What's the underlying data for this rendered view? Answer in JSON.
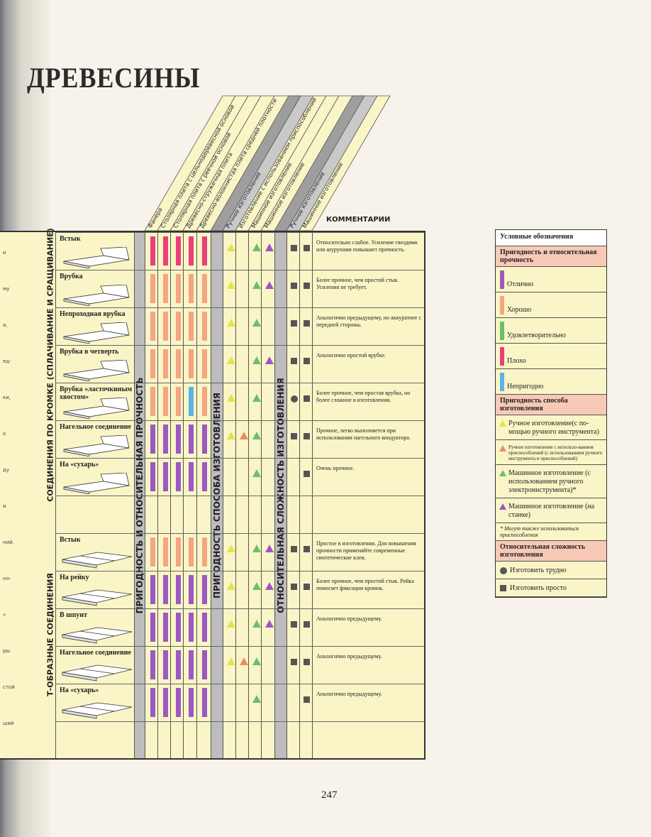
{
  "title": "ДРЕВЕСИНЫ",
  "page_number": "247",
  "column_headers": [
    "Фанера",
    "Столярная плита с цельнодеревесной основой",
    "Столярная плита с реечной основой",
    "Древесно-стружечная плита",
    "Древесно-волокнистая плита средней плотности",
    "Ручное изготовление",
    "Изготовление с использованием приспособлений",
    "Машинное изготовление",
    "Машинное изготовление",
    "Ручное изготовление",
    "Машинное изготовление"
  ],
  "comments_header": "КОММЕНТАРИИ",
  "band_labels": {
    "strength": "ПРИГОДНОСТЬ И ОТНОСИТЕЛЬНАЯ ПРОЧНОСТЬ",
    "method": "ПРИГОДНОСТЬ СПОСОБА ИЗГОТОВЛЕНИЯ",
    "complexity": "ОТНОСИТЕЛЬНАЯ СЛОЖНОСТЬ ИЗГОТОВЛЕНИЯ"
  },
  "group_labels": {
    "edge": "СОЕДИНЕНИЯ ПО КРОМКЕ (СПЛАЧИВАНИЕ И СРАЩИВАНИЕ)",
    "t": "Т-ОБРАЗНЫЕ СОЕДИНЕНИЯ"
  },
  "left_fragments": [
    "и",
    "му",
    "и,",
    "ед-",
    "ки,",
    "о",
    "ду",
    "и",
    "ний.",
    "но-",
    "»",
    "ры",
    "стой",
    "ший"
  ],
  "colors": {
    "excellent": "#9b59c2",
    "good": "#f5a582",
    "satisfactory": "#6cbf6a",
    "poor": "#ea3f7a",
    "unsuitable": "#5bb3e6",
    "tri_hand": "#e6e24a",
    "tri_fixture": "#f08a64",
    "tri_power": "#6cbf6a",
    "tri_machine": "#9b59c2",
    "difficulty": "#555555"
  },
  "rows": [
    {
      "name": "Встык",
      "bars": [
        "poor",
        "poor",
        "poor",
        "poor",
        "poor"
      ],
      "tris": [
        "hand",
        "",
        "power",
        "machine"
      ],
      "diff": [
        "easy",
        "easy"
      ],
      "comment": "Относительно слабое. Усиление гвоздями или шурупами повышает прочность."
    },
    {
      "name": "Врубка",
      "bars": [
        "good",
        "good",
        "good",
        "good",
        "good"
      ],
      "tris": [
        "hand",
        "",
        "power",
        "machine"
      ],
      "diff": [
        "easy",
        "easy"
      ],
      "comment": "Более прочное, чем простой стык. Усиления не требует."
    },
    {
      "name": "Непроходная врубка",
      "bars": [
        "good",
        "good",
        "good",
        "good",
        "good"
      ],
      "tris": [
        "hand",
        "",
        "power",
        ""
      ],
      "diff": [
        "easy",
        "easy"
      ],
      "comment": "Аналогично предыдущему, но аккуратнее с передней стороны."
    },
    {
      "name": "Врубка в четверть",
      "bars": [
        "good",
        "good",
        "good",
        "good",
        "good"
      ],
      "tris": [
        "hand",
        "",
        "power",
        "machine"
      ],
      "diff": [
        "easy",
        "easy"
      ],
      "comment": "Аналогично простой врубке."
    },
    {
      "name": "Врубка «ласточкиным хвостом»",
      "bars": [
        "good",
        "good",
        "good",
        "unsuitable",
        "good"
      ],
      "tris": [
        "hand",
        "",
        "power",
        ""
      ],
      "diff": [
        "hard",
        "easy"
      ],
      "comment": "Более прочное, чем простая врубка, но более сложное в изготовлении."
    },
    {
      "name": "Нагельное соединение",
      "bars": [
        "excellent",
        "excellent",
        "excellent",
        "excellent",
        "excellent"
      ],
      "tris": [
        "hand",
        "fixture",
        "power",
        ""
      ],
      "diff": [
        "easy",
        "easy"
      ],
      "comment": "Прочное, легко выполняется при использовании нагельного кондуктора."
    },
    {
      "name": "На «сухарь»",
      "bars": [
        "excellent",
        "excellent",
        "excellent",
        "excellent",
        "excellent"
      ],
      "tris": [
        "",
        "",
        "power",
        ""
      ],
      "diff": [
        "",
        "easy"
      ],
      "comment": "Очень прочное."
    },
    {
      "name": "",
      "bars": [],
      "tris": [],
      "diff": [],
      "comment": ""
    },
    {
      "name": "Встык",
      "bars": [
        "good",
        "good",
        "good",
        "good",
        "good"
      ],
      "tris": [
        "hand",
        "",
        "power",
        "machine"
      ],
      "diff": [
        "easy",
        "easy"
      ],
      "comment": "Простое в изготовлении. Для повышения прочности применяйте современные синтетические клеи."
    },
    {
      "name": "На рейку",
      "bars": [
        "excellent",
        "excellent",
        "excellent",
        "excellent",
        "excellent"
      ],
      "tris": [
        "hand",
        "",
        "power",
        "machine"
      ],
      "diff": [
        "easy",
        "easy"
      ],
      "comment": "Более прочное, чем простой стык. Рейка помогает фиксации кромок."
    },
    {
      "name": "В шпунт",
      "bars": [
        "excellent",
        "excellent",
        "excellent",
        "excellent",
        "excellent"
      ],
      "tris": [
        "hand",
        "",
        "power",
        "machine"
      ],
      "diff": [
        "easy",
        "easy"
      ],
      "comment": "Аналогично предыдущему."
    },
    {
      "name": "Нагельное соединение",
      "bars": [
        "excellent",
        "excellent",
        "excellent",
        "excellent",
        "excellent"
      ],
      "tris": [
        "hand",
        "fixture",
        "power",
        ""
      ],
      "diff": [
        "easy",
        "easy"
      ],
      "comment": "Аналогично предыдущему."
    },
    {
      "name": "На «сухарь»",
      "bars": [
        "excellent",
        "excellent",
        "excellent",
        "excellent",
        "excellent"
      ],
      "tris": [
        "",
        "",
        "power",
        ""
      ],
      "diff": [
        "",
        "easy"
      ],
      "comment": "Аналогично предыдущему."
    },
    {
      "name": "",
      "bars": [],
      "tris": [],
      "diff": [],
      "comment": ""
    }
  ],
  "legend": {
    "title": "Условные обозначения",
    "section1": "Пригодность и относительная прочность",
    "strength_items": [
      {
        "key": "excellent",
        "label": "Отлично"
      },
      {
        "key": "good",
        "label": "Хорошо"
      },
      {
        "key": "satisfactory",
        "label": "Удовлетворительно"
      },
      {
        "key": "poor",
        "label": "Плохо"
      },
      {
        "key": "unsuitable",
        "label": "Непригодно"
      }
    ],
    "section2": "Пригодность способа изготовления",
    "method_items": [
      {
        "key": "tri_hand",
        "label": "Ручное изготовление(с по-мощью ручного инструмента)"
      },
      {
        "key": "tri_fixture",
        "label": "Ручное изготовление с использо-ванием приспособлений (с использованием ручного инструмента и приспособлений)"
      },
      {
        "key": "tri_power",
        "label": "Машинное изготовление (с использованием ручного электроинструмента)*"
      },
      {
        "key": "tri_machine",
        "label": "Машинное изготовление (на станке)"
      }
    ],
    "note": "* Могут также использоваться приспособления",
    "section3": "Относительная сложность изготовления",
    "difficulty_items": [
      {
        "key": "hard",
        "label": "Изготовить трудно"
      },
      {
        "key": "easy",
        "label": "Изготовить просто"
      }
    ]
  }
}
